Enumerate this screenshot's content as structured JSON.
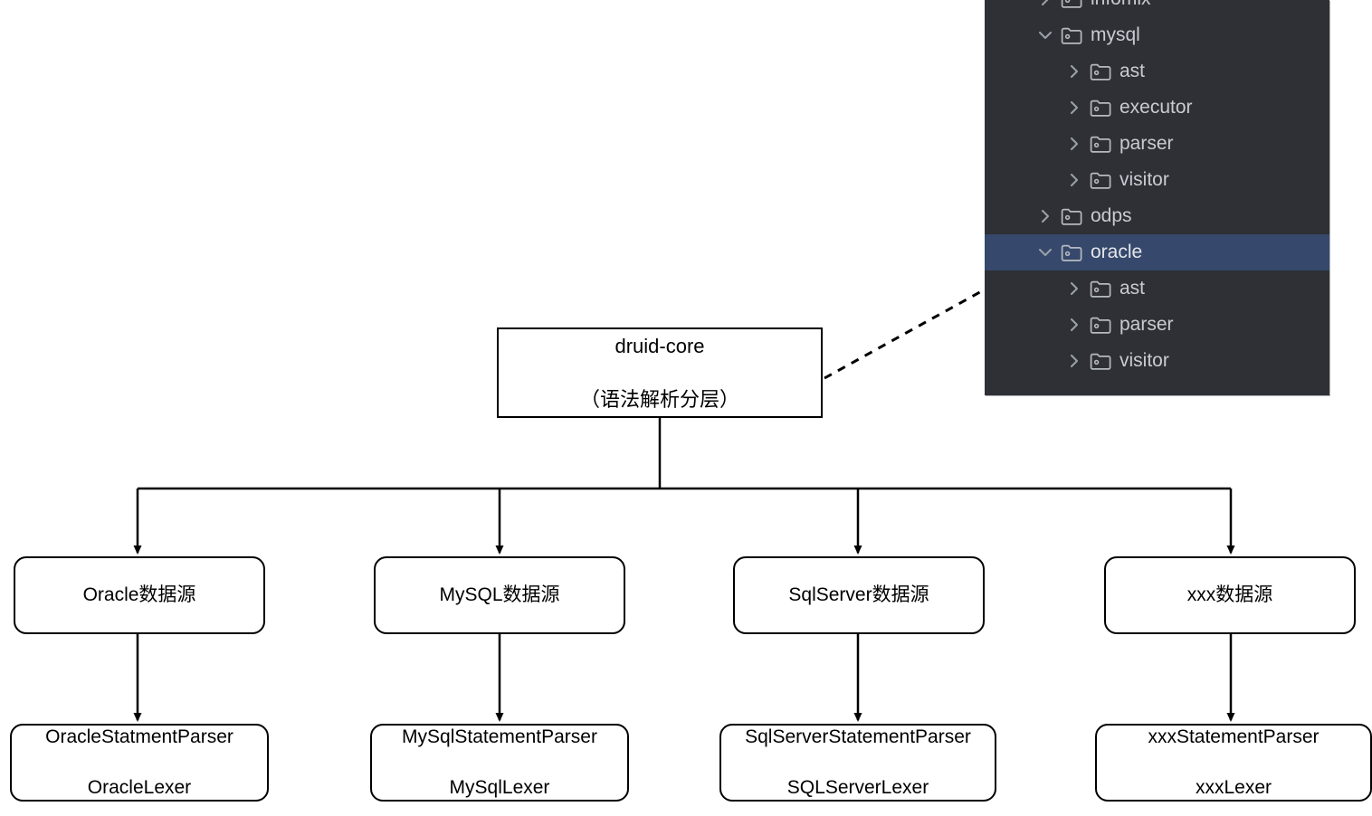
{
  "diagram": {
    "root": {
      "line1": "druid-core",
      "line2": "（语法解析分层）"
    },
    "datasources": [
      {
        "label": "Oracle数据源"
      },
      {
        "label": "MySQL数据源"
      },
      {
        "label": "SqlServer数据源"
      },
      {
        "label": "xxx数据源"
      }
    ],
    "parsers": [
      {
        "line1": "OracleStatmentParser",
        "line2": "OracleLexer"
      },
      {
        "line1": "MySqlStatementParser",
        "line2": "MySqlLexer"
      },
      {
        "line1": "SqlServerStatementParser",
        "line2": "SQLServerLexer"
      },
      {
        "line1": "xxxStatementParser",
        "line2": "xxxLexer"
      }
    ]
  },
  "file_tree": {
    "rows": [
      {
        "label": "infomix",
        "depth": 1,
        "expanded": false,
        "selected": false,
        "icon": "folder-module-icon",
        "chevron": "chevron-right-icon"
      },
      {
        "label": "mysql",
        "depth": 1,
        "expanded": true,
        "selected": false,
        "icon": "folder-module-icon",
        "chevron": "chevron-down-icon"
      },
      {
        "label": "ast",
        "depth": 2,
        "expanded": false,
        "selected": false,
        "icon": "folder-module-icon",
        "chevron": "chevron-right-icon"
      },
      {
        "label": "executor",
        "depth": 2,
        "expanded": false,
        "selected": false,
        "icon": "folder-module-icon",
        "chevron": "chevron-right-icon"
      },
      {
        "label": "parser",
        "depth": 2,
        "expanded": false,
        "selected": false,
        "icon": "folder-module-icon",
        "chevron": "chevron-right-icon"
      },
      {
        "label": "visitor",
        "depth": 2,
        "expanded": false,
        "selected": false,
        "icon": "folder-module-icon",
        "chevron": "chevron-right-icon"
      },
      {
        "label": "odps",
        "depth": 1,
        "expanded": false,
        "selected": false,
        "icon": "folder-module-icon",
        "chevron": "chevron-right-icon"
      },
      {
        "label": "oracle",
        "depth": 1,
        "expanded": true,
        "selected": true,
        "icon": "folder-module-icon",
        "chevron": "chevron-down-icon"
      },
      {
        "label": "ast",
        "depth": 2,
        "expanded": false,
        "selected": false,
        "icon": "folder-module-icon",
        "chevron": "chevron-right-icon"
      },
      {
        "label": "parser",
        "depth": 2,
        "expanded": false,
        "selected": false,
        "icon": "folder-module-icon",
        "chevron": "chevron-right-icon"
      },
      {
        "label": "visitor",
        "depth": 2,
        "expanded": false,
        "selected": false,
        "icon": "folder-module-icon",
        "chevron": "chevron-right-icon"
      }
    ]
  },
  "colors": {
    "page_background": "#ffffff",
    "tree_background": "#2e3035",
    "tree_selected_row": "#36486b",
    "tree_text": "#c8ccd2",
    "node_stroke": "#000000",
    "node_fill": "#ffffff",
    "edge_stroke": "#000000"
  }
}
